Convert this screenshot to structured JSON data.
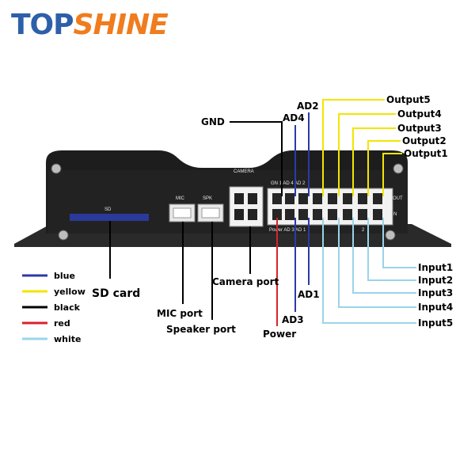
{
  "logo": {
    "part1": "TOP",
    "part2": "SHINE"
  },
  "colors": {
    "blue": "#2b3aa8",
    "yellow": "#f2e600",
    "black": "#000000",
    "red": "#d8232a",
    "white": "#9ad4ea",
    "device": "#1c1c1c"
  },
  "legend": [
    {
      "label": "blue",
      "color": "#2b3aa8"
    },
    {
      "label": "yellow",
      "color": "#f2e600"
    },
    {
      "label": "black",
      "color": "#000000"
    },
    {
      "label": "red",
      "color": "#d8232a"
    },
    {
      "label": "white",
      "color": "#9ad4ea"
    }
  ],
  "device": {
    "camera_title": "CAMERA",
    "sd_slot_label": "SD",
    "mic_label": "MIC",
    "spk_label": "SPK",
    "top_row_text": "GN 1  AD 4  AD 2",
    "bottom_row_text": "Power AD 3  AD 1",
    "right_top_text": "OUT",
    "right_bottom_text": "N",
    "num2": "2"
  },
  "labels": {
    "gnd": "GND",
    "ad4": "AD4",
    "ad2": "AD2",
    "output5": "Output5",
    "output4": "Output4",
    "output3": "Output3",
    "output2": "Output2",
    "output1": "Output1",
    "input1": "Input1",
    "input2": "Input2",
    "input3": "Input3",
    "input4": "Input4",
    "input5": "Input5",
    "ad1": "AD1",
    "ad3": "AD3",
    "power": "Power",
    "camera_port": "Camera port",
    "sd_card": "SD card",
    "mic_port": "MIC port",
    "speaker_port": "Speaker port"
  }
}
